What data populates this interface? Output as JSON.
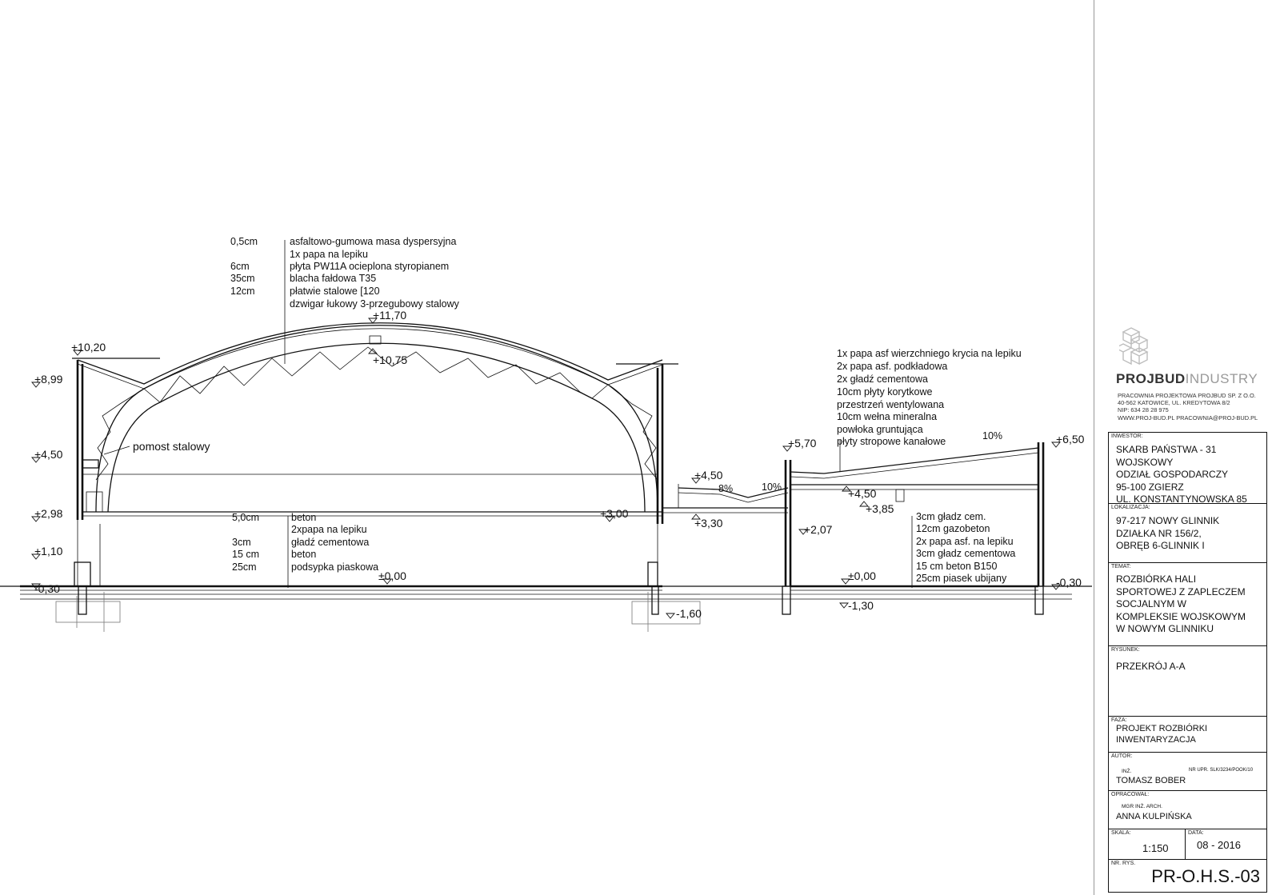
{
  "levels": {
    "l1170": "+11,70",
    "l1075": "+10,75",
    "l1020": "+10,20",
    "l899": "+8,99",
    "l450a": "+4,50",
    "l298": "+2,98",
    "l110": "+1,10",
    "lm030a": "-0,30",
    "l000a": "±0,00",
    "l300": "+3,00",
    "lm160": "-1,60",
    "l450b": "+4,50",
    "l330": "+3,30",
    "l570": "+5,70",
    "l207": "+2,07",
    "l450c": "+4,50",
    "l385": "+3,85",
    "l000b": "±0,00",
    "lm130": "-1,30",
    "l650": "+6,50",
    "lm030b": "-0,30"
  },
  "slopes": {
    "s8": "8%",
    "s10a": "10%",
    "s10b": "10%"
  },
  "pomost": "pomost stalowy",
  "roof_layers": [
    {
      "t": "0,5cm",
      "d": "asfaltowo-gumowa masa dyspersyjna"
    },
    {
      "t": "",
      "d": "1x papa na lepiku"
    },
    {
      "t": "6cm",
      "d": "płyta PW11A ocieplona styropianem"
    },
    {
      "t": "35cm",
      "d": "blacha fałdowa T35"
    },
    {
      "t": "12cm",
      "d": "płatwie stalowe [120"
    },
    {
      "t": "",
      "d": "dzwigar łukowy 3-przegubowy stalowy"
    }
  ],
  "floor_layers": [
    {
      "t": "5,0cm",
      "d": "beton"
    },
    {
      "t": "",
      "d": "2xpapa na lepiku"
    },
    {
      "t": "3cm",
      "d": "gładź cementowa"
    },
    {
      "t": "15 cm",
      "d": "beton"
    },
    {
      "t": "25cm",
      "d": "podsypka piaskowa"
    }
  ],
  "annex_roof_layers": [
    "1x papa asf wierzchniego krycia na lepiku",
    "2x papa asf. podkładowa",
    "2x gładź cementowa",
    "10cm płyty korytkowe",
    "przestrzeń wentylowana",
    "10cm wełna mineralna",
    "powłoka gruntująca",
    "płyty stropowe kanałowe"
  ],
  "annex_floor_layers": [
    "3cm gładz cem.",
    "12cm gazobeton",
    "2x papa asf. na lepiku",
    "3cm gładz cementowa",
    "15 cm beton B150",
    "25cm piasek ubijany"
  ],
  "company": {
    "brand_bold": "PROJBUD",
    "brand_light": "INDUSTRY",
    "lines": [
      "PRACOWNIA PROJEKTOWA PROJBUD SP. Z O.O.",
      "40-562 KATOWICE, UL. KREDYTOWA 8/2",
      "NIP: 634 28 28 975",
      "WWW.PROJ-BUD.PL PRACOWNIA@PROJ-BUD.PL"
    ]
  },
  "title_block": {
    "inwestor_label": "INWESTOR:",
    "inwestor": [
      "SKARB PAŃSTWA - 31 WOJSKOWY",
      "ODZIAŁ GOSPODARCZY",
      "95-100 ZGIERZ",
      "UL. KONSTANTYNOWSKA 85"
    ],
    "lokalizacja_label": "LOKALIZACJA:",
    "lokalizacja": [
      "97-217 NOWY GLINNIK",
      "DZIAŁKA NR 156/2,",
      "OBRĘB 6-GLINNIK I"
    ],
    "temat_label": "TEMAT:",
    "temat": [
      "ROZBIÓRKA HALI",
      "SPORTOWEJ Z ZAPLECZEM",
      "SOCJALNYM  W",
      "KOMPLEKSIE WOJSKOWYM",
      "W NOWYM GLINNIKU"
    ],
    "rysunek_label": "RYSUNEK:",
    "rysunek": "PRZEKRÓJ A-A",
    "faza_label": "FAZA:",
    "faza": [
      "PROJEKT ROZBIÓRKI",
      "INWENTARYZACJA"
    ],
    "autor_label": "AUTOR:",
    "autor_title": "INŻ.",
    "autor_license": "NR UPR. SLK/3234/POOK/10",
    "autor": "TOMASZ BOBER",
    "opracowal_label": "OPRACOWAŁ:",
    "opracowal_title": "MGR INŻ. ARCH.",
    "opracowal": "ANNA KULPIŃSKA",
    "skala_label": "SKALA:",
    "skala": "1:150",
    "data_label": "DATA:",
    "data": "08 - 2016",
    "nr_label": "NR. RYS.",
    "nr": "PR-O.H.S.-03"
  }
}
